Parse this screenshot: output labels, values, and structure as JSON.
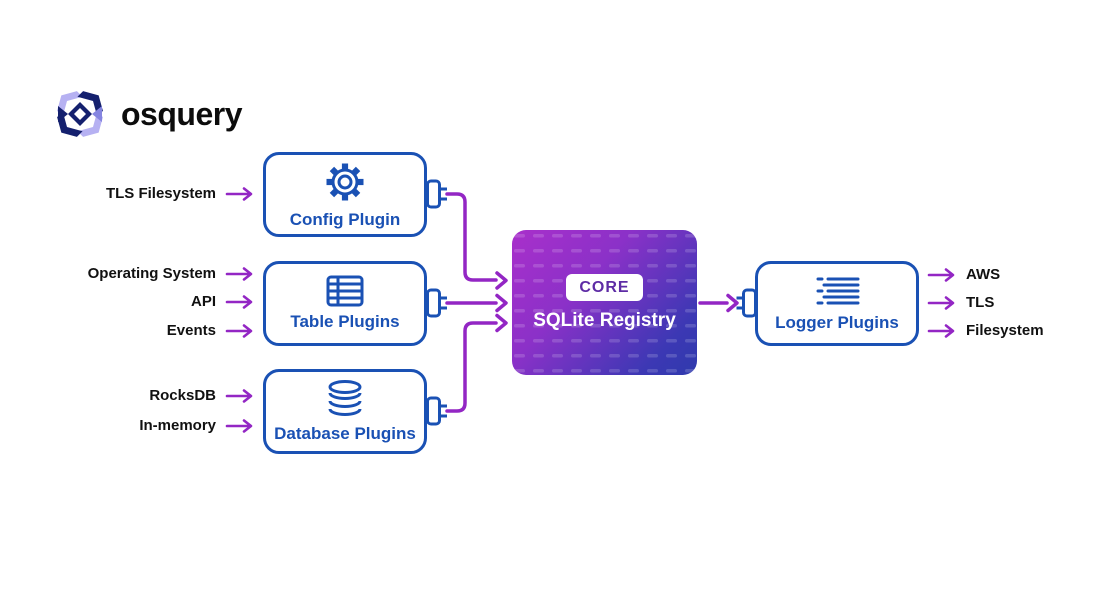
{
  "brand": {
    "name": "osquery",
    "logo_icon": "osquery-pinwheel-logo"
  },
  "left_inputs": [
    {
      "label": "TLS Filesystem",
      "target": "Config Plugin"
    },
    {
      "label": "Operating System",
      "target": "Table Plugins"
    },
    {
      "label": "API",
      "target": "Table Plugins"
    },
    {
      "label": "Events",
      "target": "Table Plugins"
    },
    {
      "label": "RocksDB",
      "target": "Database Plugins"
    },
    {
      "label": "In-memory",
      "target": "Database Plugins"
    }
  ],
  "plugin_boxes": [
    {
      "label": "Config Plugin",
      "icon": "gear-icon"
    },
    {
      "label": "Table Plugins",
      "icon": "table-icon"
    },
    {
      "label": "Database Plugins",
      "icon": "database-icon"
    }
  ],
  "core": {
    "badge": "CORE",
    "title": "SQLite Registry"
  },
  "logger_box": {
    "label": "Logger Plugins",
    "icon": "log-lines-icon"
  },
  "outputs": [
    "AWS",
    "TLS",
    "Filesystem"
  ],
  "colors": {
    "box_border_blue": "#1a51b4",
    "connector_purple": "#9326c4",
    "core_gradient_start": "#a92fcb",
    "core_gradient_end": "#2f3aad",
    "core_badge_text": "#5e2ca5",
    "logo_navy": "#14206e",
    "logo_lavender": "#b6b1f2",
    "logo_periwinkle": "#8585e0",
    "label_ink": "#111111"
  }
}
